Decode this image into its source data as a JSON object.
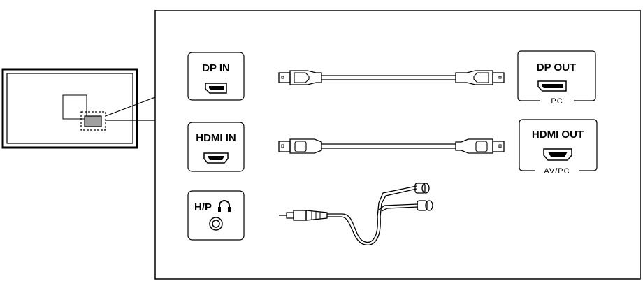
{
  "ports": {
    "dp_in": "DP IN",
    "hdmi_in": "HDMI IN",
    "hp": "H/P"
  },
  "devices": {
    "dp_out": "DP OUT",
    "dp_out_sub": "PC",
    "hdmi_out": "HDMI OUT",
    "hdmi_out_sub": "AV/PC"
  },
  "icons": {
    "headphone": "headphone-icon"
  }
}
